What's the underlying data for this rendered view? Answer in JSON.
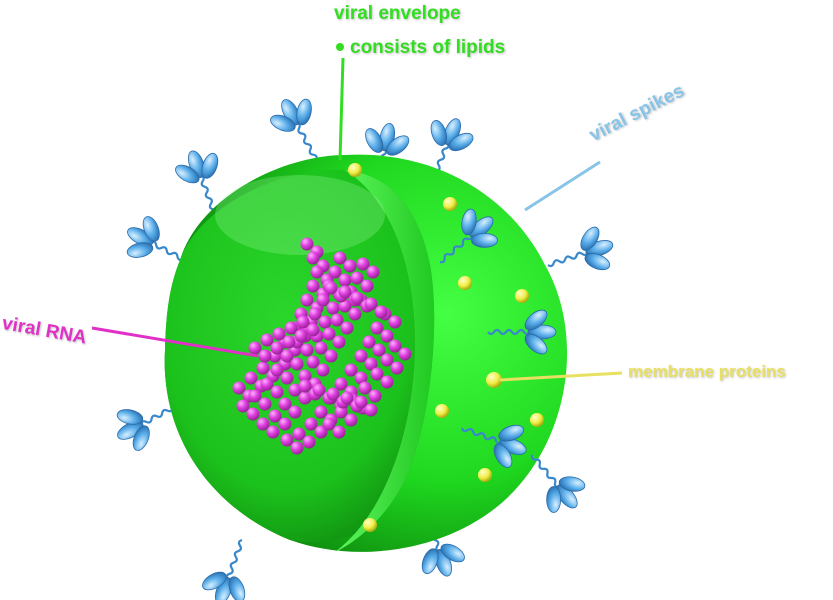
{
  "labels": {
    "viral_envelope": "viral envelope",
    "consists_of_lipids": "consists of lipids",
    "viral_spikes": "viral spikes",
    "viral_rna": "viral RNA",
    "membrane_proteins": "membrane proteins"
  },
  "colors": {
    "envelope_label": "#33dd22",
    "spikes_label": "#88c4e8",
    "rna_label": "#e030c8",
    "membrane_label": "#e8e060",
    "virion_body": "#22ee22",
    "rna_beads": "#dd33dd",
    "spike_blue": "#4aa0e0",
    "protein_yellow": "#eeee44"
  },
  "icons": {
    "virion": "virion-cutaway-icon",
    "spike": "glycoprotein-spike-icon"
  }
}
